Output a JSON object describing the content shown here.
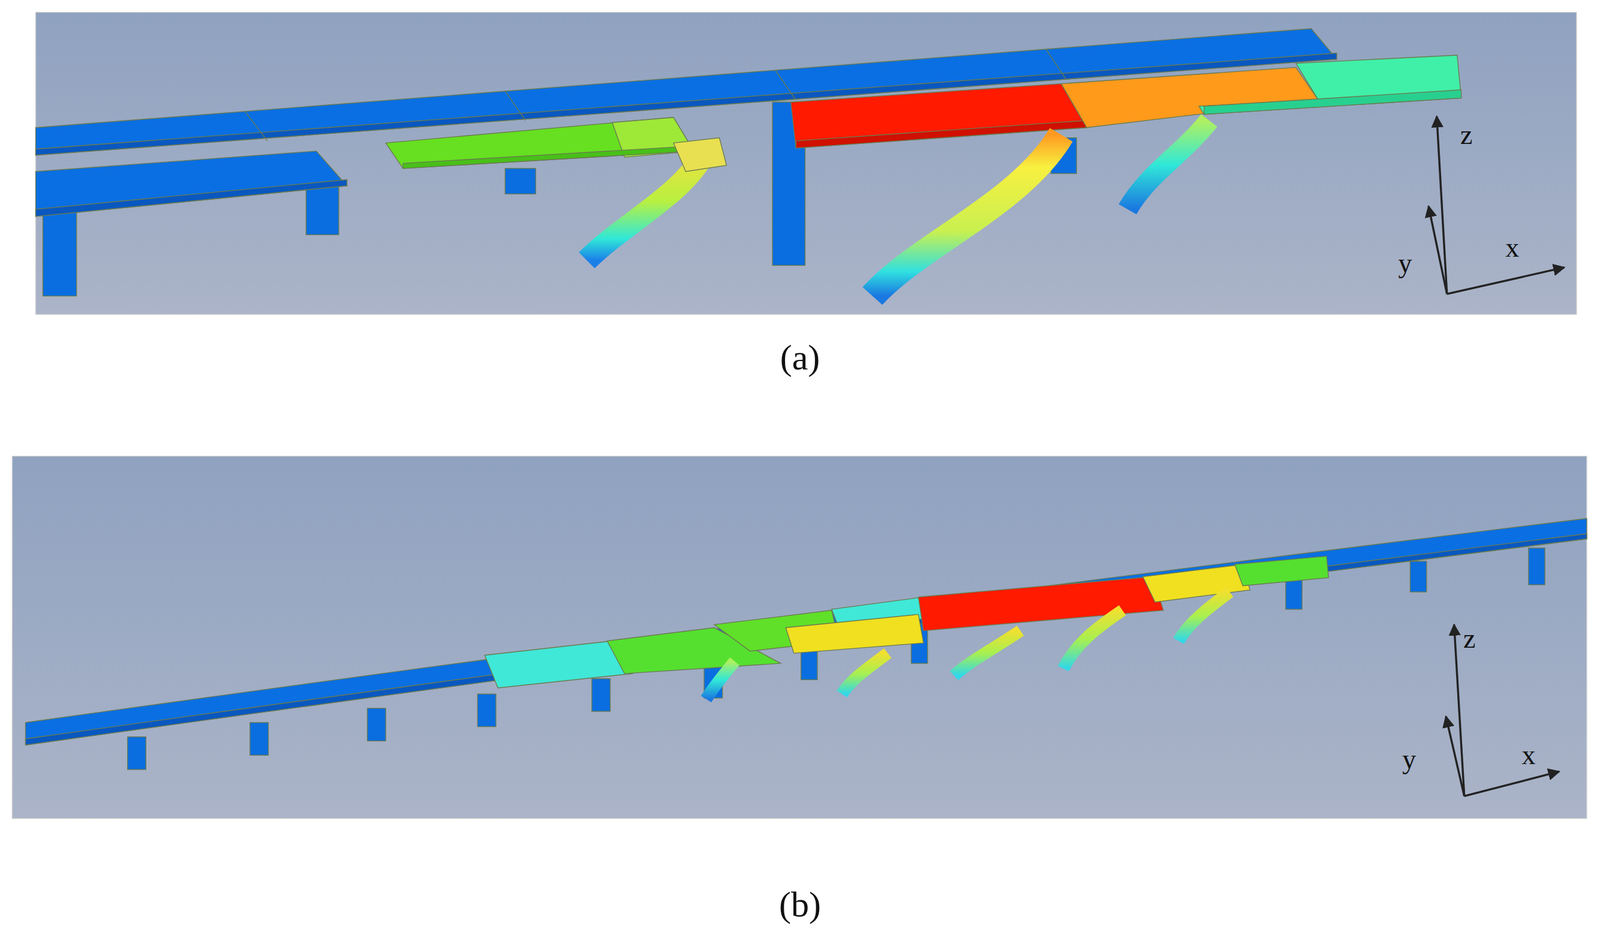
{
  "diagram": {
    "labels": [
      "z",
      "y",
      "x",
      "(a)",
      "z",
      "y",
      "x",
      "(b)"
    ]
  }
}
